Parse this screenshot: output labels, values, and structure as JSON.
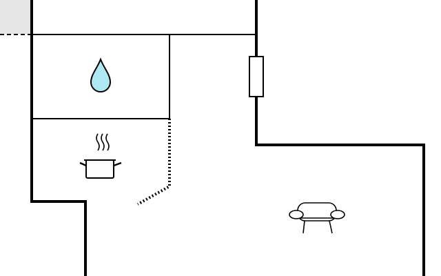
{
  "floorplan": {
    "colors": {
      "background": "#ffffff",
      "wall": "#000000",
      "exterior_patch": "#e6e6e6",
      "water_drop": "#aee8f2"
    },
    "rooms": [
      {
        "name": "bathroom",
        "icon": "water-drop-icon"
      },
      {
        "name": "kitchen",
        "icon": "cooking-pot-icon"
      },
      {
        "name": "living-room",
        "icon": "sofa-icon"
      }
    ],
    "door_icon": "door-icon"
  }
}
